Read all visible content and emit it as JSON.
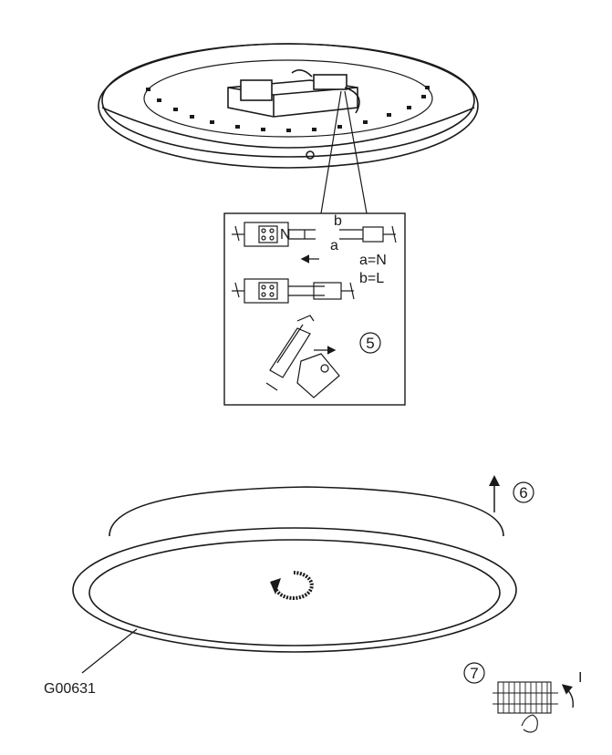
{
  "diagram": {
    "code": "G00631",
    "wiring": {
      "wire_b": "b",
      "wire_a": "a",
      "legend_a": "a=N",
      "legend_b": "b=L",
      "terminal_mark": "N"
    },
    "steps": {
      "step5": "5",
      "step6": "6",
      "step7": "7"
    },
    "step7_marker": "I"
  }
}
